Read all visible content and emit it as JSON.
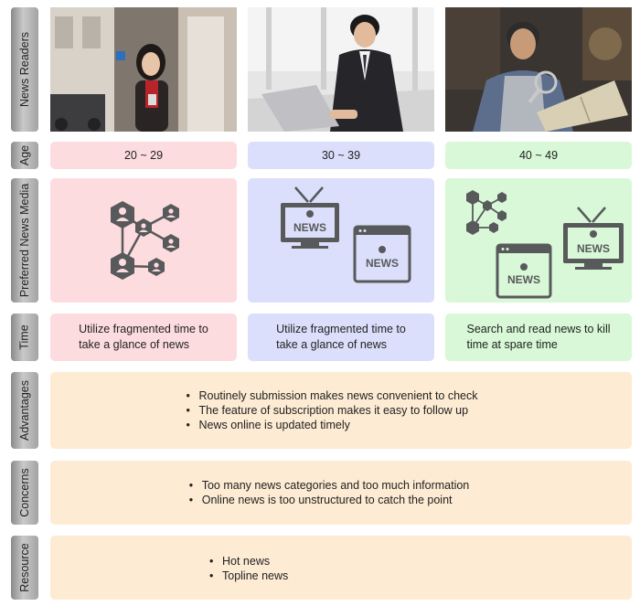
{
  "labels": {
    "news_readers": "News Readers",
    "age": "Age",
    "preferred_media": "Preferred News Media",
    "time": "Time",
    "advantages": "Advantages",
    "concerns": "Concerns",
    "resource": "Resource"
  },
  "groups": [
    {
      "age": "20 ~ 29",
      "time": [
        "Utilize fragmented time to",
        "take a glance of news"
      ],
      "color": "#fddcdf"
    },
    {
      "age": "30 ~ 39",
      "time": [
        "Utilize fragmented time to",
        "take a glance of news"
      ],
      "color": "#dcdffb"
    },
    {
      "age": "40 ~ 49",
      "time": [
        "Search and read news to kill",
        "time at spare time"
      ],
      "color": "#d8f8d7"
    }
  ],
  "media_icon_text": "NEWS",
  "advantages": [
    "Routinely submission makes news convenient to check",
    "The feature of subscription makes it easy to follow up",
    "News online is updated timely"
  ],
  "concerns": [
    "Too many news categories and too much information",
    "Online news is too unstructured to catch the point"
  ],
  "resource": [
    "Hot news",
    "Topline news"
  ],
  "icons": [
    "social-network-icon",
    "tv-news-icon",
    "web-news-icon"
  ],
  "colors": {
    "label_gray": "#a3a3a3",
    "peach": "#fdebd3",
    "icon_gray": "#58595b"
  }
}
